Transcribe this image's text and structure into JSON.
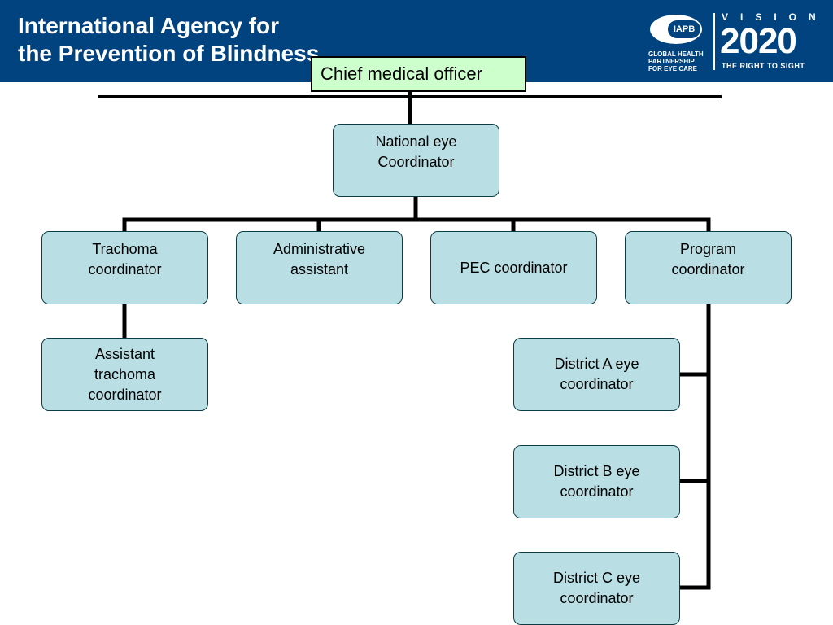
{
  "header": {
    "organization": "International Agency for\nthe Prevention of Blindness",
    "logo_iapb": "IAPB",
    "logo_iapb_caption": "GLOBAL HEALTH\nPARTNERSHIP\nFOR EYE CARE",
    "logo_vision": "VISION",
    "logo_2020": "2020",
    "logo_tagline": "THE RIGHT TO SIGHT"
  },
  "org_chart": {
    "chief": "Chief medical officer",
    "national": "National eye\nCoordinator",
    "trachoma": "Trachoma\ncoordinator",
    "admin": "Administrative\nassistant",
    "pec": "PEC coordinator",
    "program": "Program\ncoordinator",
    "assistant_trachoma": "Assistant\ntrachoma\ncoordinator",
    "district_a": "District A eye\ncoordinator",
    "district_b": "District B eye\ncoordinator",
    "district_c": "District C eye\ncoordinator"
  },
  "colors": {
    "header_bg": "#00437f",
    "node_fill": "#b9dfe4",
    "chief_fill": "#ccffcc",
    "connector": "#000000"
  }
}
